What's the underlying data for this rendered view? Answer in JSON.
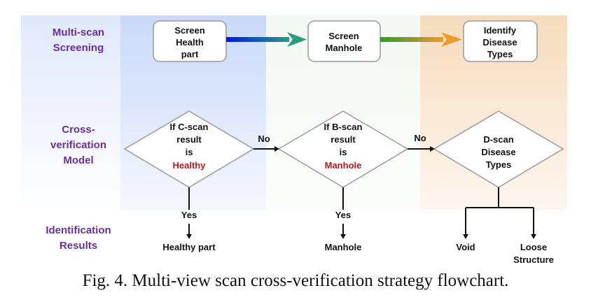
{
  "rows": {
    "screening": [
      "Multi-scan",
      "Screening"
    ],
    "verification": [
      "Cross-",
      "verification",
      "Model"
    ],
    "results": [
      "Identification",
      "Results"
    ]
  },
  "boxes": [
    [
      "Screen",
      "Health",
      "part"
    ],
    [
      "Screen",
      "Manhole"
    ],
    [
      "Identify",
      "Disease",
      "Types"
    ]
  ],
  "diamonds": [
    [
      "If C-scan",
      "result",
      "is",
      "Healthy"
    ],
    [
      "If B-scan",
      "result",
      "is",
      "Manhole"
    ],
    [
      "D-scan",
      "Disease",
      "Types"
    ]
  ],
  "edges": {
    "no1": "No",
    "no2": "No",
    "yes1": "Yes",
    "yes2": "Yes"
  },
  "results": {
    "healthy": "Healthy part",
    "manhole": "Manhole",
    "void": "Void",
    "loose": [
      "Loose",
      "Structure"
    ]
  },
  "caption": "Fig. 4. Multi-view scan cross-verification strategy flowchart.",
  "colors": {
    "purple": "#6a2f9a",
    "red": "#b01c1c"
  }
}
